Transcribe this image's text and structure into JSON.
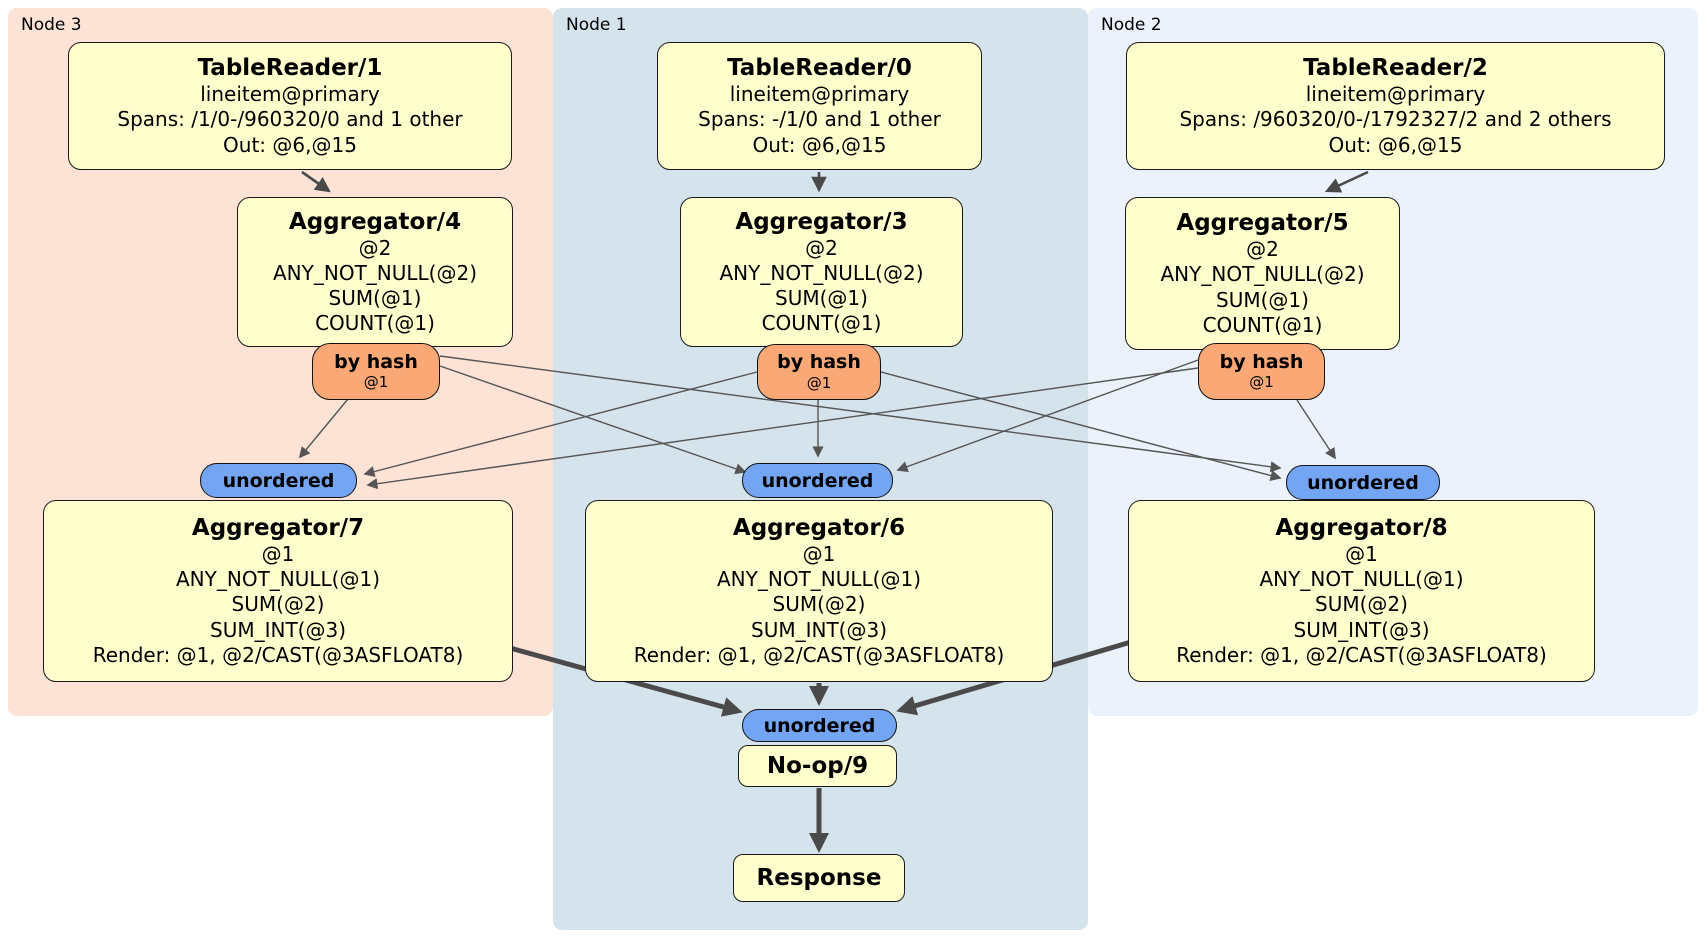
{
  "panels": [
    {
      "label": "Node 3"
    },
    {
      "label": "Node 1"
    },
    {
      "label": "Node 2"
    }
  ],
  "processors": {
    "tr1": {
      "title": "TableReader/1",
      "lines": [
        "lineitem@primary",
        "Spans: /1/0-/960320/0 and 1 other",
        "Out: @6,@15"
      ]
    },
    "tr0": {
      "title": "TableReader/0",
      "lines": [
        "lineitem@primary",
        "Spans: -/1/0 and 1 other",
        "Out: @6,@15"
      ]
    },
    "tr2": {
      "title": "TableReader/2",
      "lines": [
        "lineitem@primary",
        "Spans: /960320/0-/1792327/2 and 2 others",
        "Out: @6,@15"
      ]
    },
    "agg4": {
      "title": "Aggregator/4",
      "lines": [
        "@2",
        "ANY_NOT_NULL(@2)",
        "SUM(@1)",
        "COUNT(@1)"
      ]
    },
    "agg3": {
      "title": "Aggregator/3",
      "lines": [
        "@2",
        "ANY_NOT_NULL(@2)",
        "SUM(@1)",
        "COUNT(@1)"
      ]
    },
    "agg5": {
      "title": "Aggregator/5",
      "lines": [
        "@2",
        "ANY_NOT_NULL(@2)",
        "SUM(@1)",
        "COUNT(@1)"
      ]
    },
    "agg7": {
      "title": "Aggregator/7",
      "lines": [
        "@1",
        "ANY_NOT_NULL(@1)",
        "SUM(@2)",
        "SUM_INT(@3)",
        "Render: @1, @2/CAST(@3ASFLOAT8)"
      ]
    },
    "agg6": {
      "title": "Aggregator/6",
      "lines": [
        "@1",
        "ANY_NOT_NULL(@1)",
        "SUM(@2)",
        "SUM_INT(@3)",
        "Render: @1, @2/CAST(@3ASFLOAT8)"
      ]
    },
    "agg8": {
      "title": "Aggregator/8",
      "lines": [
        "@1",
        "ANY_NOT_NULL(@1)",
        "SUM(@2)",
        "SUM_INT(@3)",
        "Render: @1, @2/CAST(@3ASFLOAT8)"
      ]
    },
    "noop": {
      "title": "No-op/9"
    },
    "response": {
      "title": "Response"
    }
  },
  "router": {
    "label": "by hash",
    "detail": "@1"
  },
  "sync": {
    "label": "unordered"
  },
  "colors": {
    "node3_bg": "#fce3d6",
    "node1_bg": "#d5e3ec",
    "node2_bg": "#ecf2fb",
    "processor_bg": "#ffffce",
    "router_bg": "#f9a876",
    "sync_bg": "#74a5f2",
    "edge_thin": "#555555",
    "edge_thick": "#4a4a4a",
    "border": "#1a1a1a"
  }
}
